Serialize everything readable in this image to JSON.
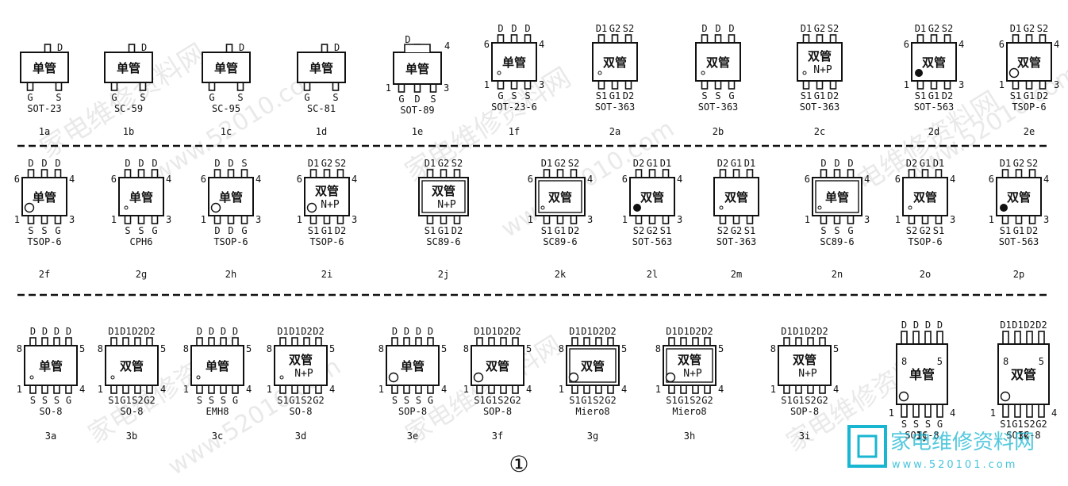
{
  "figure_number": "①",
  "watermark": {
    "site": "家电维修资料网",
    "url": "www.52010.com",
    "logo_text": "家电维修资料网",
    "logo_url": "www.520101.com"
  },
  "body_labels": {
    "single": "单管",
    "dual": "双管",
    "np": "N+P"
  },
  "rows": [
    {
      "name": "row1",
      "packages": [
        {
          "id": "1a",
          "type": "sot3",
          "pkg": "SOT-23",
          "body": "单管",
          "top": [
            "D"
          ],
          "bottom": [
            "G",
            "S"
          ]
        },
        {
          "id": "1b",
          "type": "sot3",
          "pkg": "SC-59",
          "body": "单管",
          "top": [
            "D"
          ],
          "bottom": [
            "G",
            "S"
          ]
        },
        {
          "id": "1c",
          "type": "sot3",
          "pkg": "SC-95",
          "body": "单管",
          "top": [
            "D"
          ],
          "bottom": [
            "G",
            "S"
          ]
        },
        {
          "id": "1d",
          "type": "sot3b",
          "pkg": "SC-81",
          "body": "单管",
          "top": [
            "D"
          ],
          "bottom": [
            "G",
            "S"
          ]
        },
        {
          "id": "1e",
          "type": "sot89",
          "pkg": "SOT-89",
          "body": "单管",
          "top": [
            "D",
            "4"
          ],
          "bottom": [
            "G",
            "D",
            "S"
          ],
          "pin1": "1",
          "pin3": "3"
        },
        {
          "id": "1f",
          "type": "six",
          "pkg": "SOT-23-6",
          "body": "单管",
          "top": [
            "D",
            "D",
            "D"
          ],
          "bottom": [
            "G",
            "S",
            "S"
          ],
          "pin6": "6",
          "pin4": "4",
          "pin1": "1",
          "pin3": "3",
          "dot": "small"
        },
        {
          "id": "2a",
          "type": "six",
          "pkg": "SOT-363",
          "body": "双管",
          "top": [
            "D1",
            "G2",
            "S2"
          ],
          "bottom": [
            "S1",
            "G1",
            "D2"
          ],
          "dot": "small"
        },
        {
          "id": "2b",
          "type": "six",
          "pkg": "SOT-363",
          "body": "双管",
          "top": [
            "D",
            "D",
            "D"
          ],
          "bottom": [
            "S",
            "S",
            "G"
          ],
          "dot": "small"
        },
        {
          "id": "2c",
          "type": "six",
          "pkg": "SOT-363",
          "body": "双管",
          "sub": "N+P",
          "top": [
            "D1",
            "G2",
            "S2"
          ],
          "bottom": [
            "S1",
            "G1",
            "D2"
          ],
          "dot": "small"
        },
        {
          "id": "2d",
          "type": "six",
          "pkg": "SOT-563",
          "body": "双管",
          "top": [
            "D1",
            "G2",
            "S2"
          ],
          "bottom": [
            "S1",
            "G1",
            "D2"
          ],
          "pin6": "6",
          "pin4": "4",
          "pin1": "1",
          "pin3": "3",
          "dot": "filled"
        },
        {
          "id": "2e",
          "type": "six",
          "pkg": "TSOP-6",
          "body": "双管",
          "top": [
            "D1",
            "G2",
            "S2"
          ],
          "bottom": [
            "S1",
            "G1",
            "D2"
          ],
          "pin6": "6",
          "pin4": "4",
          "pin1": "1",
          "pin3": "3",
          "dot": "open"
        }
      ]
    },
    {
      "name": "row2",
      "packages": [
        {
          "id": "2f",
          "type": "six",
          "pkg": "TSOP-6",
          "body": "单管",
          "top": [
            "D",
            "D",
            "D"
          ],
          "bottom": [
            "S",
            "S",
            "G"
          ],
          "pin6": "6",
          "pin4": "4",
          "pin1": "1",
          "pin3": "3",
          "dot": "open"
        },
        {
          "id": "2g",
          "type": "six",
          "pkg": "CPH6",
          "body": "单管",
          "top": [
            "D",
            "D",
            "D"
          ],
          "bottom": [
            "S",
            "S",
            "G"
          ],
          "pin6": "6",
          "pin4": "4",
          "pin1": "1",
          "pin3": "3",
          "dot": "small"
        },
        {
          "id": "2h",
          "type": "six",
          "pkg": "TSOP-6",
          "body": "单管",
          "top": [
            "D",
            "D",
            "S"
          ],
          "bottom": [
            "D",
            "D",
            "G"
          ],
          "pin6": "6",
          "pin4": "4",
          "pin1": "1",
          "pin3": "3",
          "dot": "open"
        },
        {
          "id": "2i",
          "type": "six",
          "pkg": "TSOP-6",
          "body": "双管",
          "sub": "N+P",
          "top": [
            "D1",
            "G2",
            "S2"
          ],
          "bottom": [
            "S1",
            "G1",
            "D2"
          ],
          "pin6": "6",
          "pin4": "4",
          "pin1": "1",
          "pin3": "3",
          "dot": "open"
        },
        {
          "id": "2j",
          "type": "six",
          "pkg": "SC89-6",
          "body": "双管",
          "sub": "N+P",
          "top": [
            "D1",
            "G2",
            "S2"
          ],
          "bottom": [
            "S1",
            "G1",
            "D2"
          ],
          "inner": true
        },
        {
          "id": "2k",
          "type": "six",
          "pkg": "SC89-6",
          "body": "双管",
          "top": [
            "D1",
            "G2",
            "S2"
          ],
          "bottom": [
            "S1",
            "G1",
            "D2"
          ],
          "pin6": "6",
          "pin4": "4",
          "pin1": "1",
          "pin3": "3",
          "inner": true,
          "dot": "small"
        },
        {
          "id": "2l",
          "type": "six",
          "pkg": "SOT-563",
          "body": "双管",
          "top": [
            "D2",
            "G1",
            "D1"
          ],
          "bottom": [
            "S2",
            "G2",
            "S1"
          ],
          "pin6": "6",
          "pin4": "4",
          "pin1": "1",
          "pin3": "3",
          "dot": "filled"
        },
        {
          "id": "2m",
          "type": "six",
          "pkg": "SOT-363",
          "body": "双管",
          "top": [
            "D2",
            "G1",
            "D1"
          ],
          "bottom": [
            "S2",
            "G2",
            "S1"
          ],
          "dot": "small"
        },
        {
          "id": "2n",
          "type": "six",
          "pkg": "SC89-6",
          "body": "单管",
          "top": [
            "D",
            "D",
            "D"
          ],
          "bottom": [
            "S",
            "S",
            "G"
          ],
          "pin6": "6",
          "pin4": "4",
          "pin1": "1",
          "pin3": "3",
          "inner": true,
          "dot": "small"
        },
        {
          "id": "2o",
          "type": "six",
          "pkg": "TSOP-6",
          "body": "双管",
          "top": [
            "D2",
            "G1",
            "D1"
          ],
          "bottom": [
            "S2",
            "G2",
            "S1"
          ],
          "pin6": "6",
          "pin4": "4",
          "pin1": "1",
          "pin3": "3",
          "dot": "small"
        },
        {
          "id": "2p",
          "type": "six",
          "pkg": "SOT-563",
          "body": "双管",
          "top": [
            "D1",
            "G2",
            "S2"
          ],
          "bottom": [
            "S1",
            "G1",
            "D2"
          ],
          "pin6": "6",
          "pin4": "4",
          "pin1": "1",
          "pin3": "3",
          "dot": "filled"
        }
      ]
    },
    {
      "name": "row3",
      "packages": [
        {
          "id": "3a",
          "type": "eight",
          "pkg": "SO-8",
          "body": "单管",
          "top": [
            "D",
            "D",
            "D",
            "D"
          ],
          "bottom": [
            "S",
            "S",
            "S",
            "G"
          ],
          "pin8": "8",
          "pin5": "5",
          "pin1": "1",
          "pin4": "4",
          "dot": "small"
        },
        {
          "id": "3b",
          "type": "eight",
          "pkg": "SO-8",
          "body": "双管",
          "top": [
            "D1",
            "D1",
            "D2",
            "D2"
          ],
          "bottom": [
            "S1",
            "G1",
            "S2",
            "G2"
          ],
          "pin8": "8",
          "pin5": "5",
          "pin1": "1",
          "pin4": "4",
          "dot": "small"
        },
        {
          "id": "3c",
          "type": "eight",
          "pkg": "EMH8",
          "body": "单管",
          "top": [
            "D",
            "D",
            "D",
            "D"
          ],
          "bottom": [
            "S",
            "S",
            "S",
            "G"
          ],
          "pin8": "8",
          "pin5": "5",
          "pin1": "1",
          "pin4": "4",
          "dot": "small"
        },
        {
          "id": "3d",
          "type": "eight",
          "pkg": "SO-8",
          "body": "双管",
          "sub": "N+P",
          "top": [
            "D1",
            "D1",
            "D2",
            "D2"
          ],
          "bottom": [
            "S1",
            "G1",
            "S2",
            "G2"
          ],
          "pin8": "8",
          "pin5": "5",
          "pin1": "1",
          "pin4": "4",
          "dot": "small"
        },
        {
          "id": "3e",
          "type": "eight",
          "pkg": "SOP-8",
          "body": "单管",
          "top": [
            "D",
            "D",
            "D",
            "D"
          ],
          "bottom": [
            "S",
            "S",
            "S",
            "G"
          ],
          "pin8": "8",
          "pin5": "5",
          "pin1": "1",
          "pin4": "4",
          "dot": "open"
        },
        {
          "id": "3f",
          "type": "eight",
          "pkg": "SOP-8",
          "body": "双管",
          "top": [
            "D1",
            "D1",
            "D2",
            "D2"
          ],
          "bottom": [
            "S1",
            "G1",
            "S2",
            "G2"
          ],
          "pin8": "8",
          "pin5": "5",
          "pin1": "1",
          "pin4": "4",
          "dot": "open"
        },
        {
          "id": "3g",
          "type": "eight",
          "pkg": "Miero8",
          "body": "双管",
          "top": [
            "D1",
            "D1",
            "D2",
            "D2"
          ],
          "bottom": [
            "S1",
            "G1",
            "S2",
            "G2"
          ],
          "pin8": "8",
          "pin5": "5",
          "pin1": "1",
          "pin4": "4",
          "inner": true,
          "dot": "open"
        },
        {
          "id": "3h",
          "type": "eight",
          "pkg": "Miero8",
          "body": "双管",
          "sub": "N+P",
          "top": [
            "D1",
            "D1",
            "D2",
            "D2"
          ],
          "bottom": [
            "S1",
            "G1",
            "S2",
            "G2"
          ],
          "pin8": "8",
          "pin5": "5",
          "pin1": "1",
          "pin4": "4",
          "inner": true,
          "dot": "open"
        },
        {
          "id": "3i",
          "type": "eight",
          "pkg": "SOP-8",
          "body": "双管",
          "sub": "N+P",
          "top": [
            "D1",
            "D1",
            "D2",
            "D2"
          ],
          "bottom": [
            "S1",
            "G1",
            "S2",
            "G2"
          ],
          "pin8": "8",
          "pin5": "5",
          "pin1": "1",
          "pin4": "4"
        },
        {
          "id": "3j",
          "type": "soic",
          "pkg": "SOIC-8",
          "body": "单管",
          "top": [
            "D",
            "D",
            "D",
            "D"
          ],
          "bottom": [
            "S",
            "S",
            "S",
            "G"
          ],
          "pin8": "8",
          "pin5": "5",
          "pin1": "1",
          "pin4": "4",
          "dot": "open"
        },
        {
          "id": "3k",
          "type": "soic",
          "pkg": "SOIC-8",
          "body": "双管",
          "top": [
            "D1",
            "D1",
            "D2",
            "D2"
          ],
          "bottom": [
            "S1",
            "G1",
            "S2",
            "G2"
          ],
          "pin8": "8",
          "pin5": "5",
          "pin1": "1",
          "pin4": "4",
          "dot": "open"
        }
      ]
    }
  ]
}
